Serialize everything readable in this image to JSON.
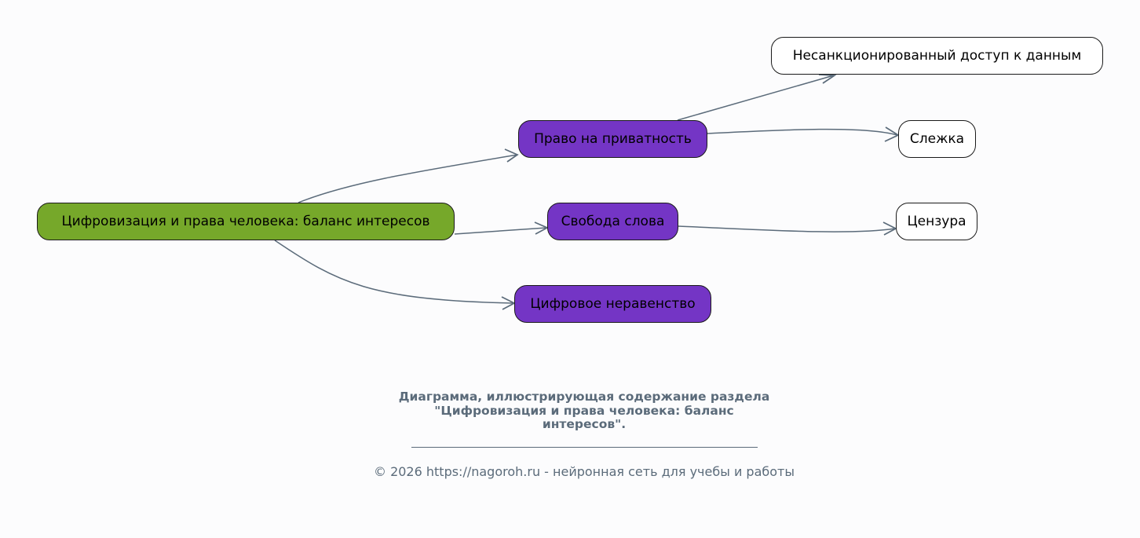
{
  "diagram": {
    "type": "mind-map",
    "root": {
      "id": "root",
      "label": "Цифровизация и права человека: баланс интересов",
      "color": "#76a82a"
    },
    "nodes": [
      {
        "id": "priv",
        "label": "Право на приватность",
        "parent": "root",
        "level": 1,
        "color": "#7435c5"
      },
      {
        "id": "speech",
        "label": "Свобода слова",
        "parent": "root",
        "level": 1,
        "color": "#7435c5"
      },
      {
        "id": "ineq",
        "label": "Цифровое неравенство",
        "parent": "root",
        "level": 1,
        "color": "#7435c5"
      },
      {
        "id": "unauth",
        "label": "Несанкционированный доступ к данным",
        "parent": "priv",
        "level": 2,
        "color": "#ffffff"
      },
      {
        "id": "spy",
        "label": "Слежка",
        "parent": "priv",
        "level": 2,
        "color": "#ffffff"
      },
      {
        "id": "cens",
        "label": "Цензура",
        "parent": "speech",
        "level": 2,
        "color": "#ffffff"
      }
    ],
    "edges": [
      {
        "from": "root",
        "to": "priv"
      },
      {
        "from": "root",
        "to": "speech"
      },
      {
        "from": "root",
        "to": "ineq"
      },
      {
        "from": "priv",
        "to": "unauth"
      },
      {
        "from": "priv",
        "to": "spy"
      },
      {
        "from": "speech",
        "to": "cens"
      }
    ],
    "edge_color": "#5b6b7a"
  },
  "caption": {
    "lines": [
      "Диаграмма, иллюстрирующая содержание раздела",
      "\"Цифровизация и права человека: баланс",
      "интересов\"."
    ]
  },
  "footer": {
    "text": "© 2026 https://nagoroh.ru - нейронная сеть для учебы и работы"
  }
}
